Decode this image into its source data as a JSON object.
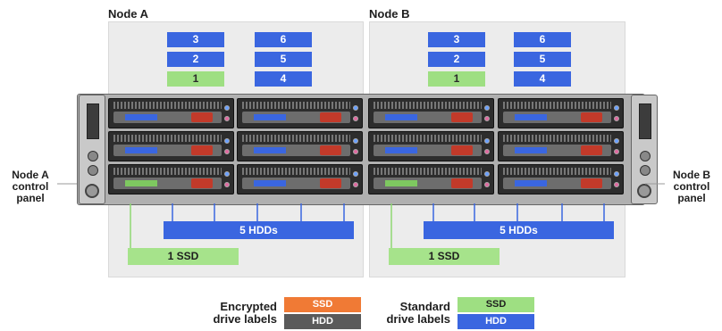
{
  "node_a": {
    "title": "Node A",
    "slots_left": [
      "3",
      "2",
      "1"
    ],
    "slots_right": [
      "6",
      "5",
      "4"
    ],
    "hdd_bar": "5 HDDs",
    "ssd_bar": "1 SSD"
  },
  "node_b": {
    "title": "Node B",
    "slots_left": [
      "3",
      "2",
      "1"
    ],
    "slots_right": [
      "6",
      "5",
      "4"
    ],
    "hdd_bar": "5 HDDs",
    "ssd_bar": "1 SSD"
  },
  "control_panels": {
    "a": [
      "Node A",
      "control",
      "panel"
    ],
    "b": [
      "Node B",
      "control",
      "panel"
    ]
  },
  "legend": {
    "encrypted": {
      "title_lines": [
        "Encrypted",
        "drive labels"
      ],
      "ssd": "SSD",
      "hdd": "HDD"
    },
    "standard": {
      "title_lines": [
        "Standard",
        "drive labels"
      ],
      "ssd": "SSD",
      "hdd": "HDD"
    }
  },
  "colors": {
    "hdd_blue": "#3a66e0",
    "ssd_green": "#9edf82",
    "encrypted_ssd_orange": "#f07a35",
    "encrypted_hdd_gray": "#5a5a5a",
    "node_background": "#ececec"
  }
}
